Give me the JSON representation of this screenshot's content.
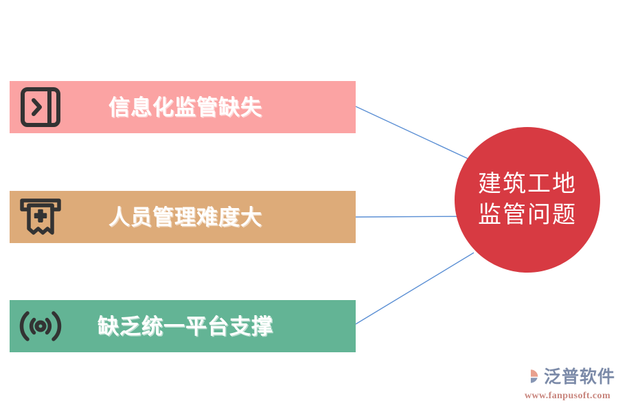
{
  "diagram": {
    "title": "建筑工地监管问题",
    "hub": {
      "name": "建筑工地监管问题",
      "line1": "建筑工地",
      "line2": "监管问题",
      "fill_color": "#d73a42",
      "text_color": "#ffffff"
    },
    "connector_color": "#5b8fd4",
    "items": [
      {
        "label": "信息化监管缺失",
        "icon": "sidebar-expand-icon",
        "bar_color": "#fba3a3",
        "icon_color": "#333333",
        "text_color": "#ffffff"
      },
      {
        "label": "人员管理难度大",
        "icon": "receipt-add-icon",
        "bar_color": "#ddab79",
        "icon_color": "#333333",
        "text_color": "#ffffff"
      },
      {
        "label": "缺乏统一平台支撑",
        "icon": "broadcast-signal-icon",
        "bar_color": "#63b495",
        "icon_color": "#333333",
        "text_color": "#ffffff"
      }
    ]
  },
  "watermark": {
    "brand": "泛普软件",
    "url": "www.fanpusoft.com",
    "brand_color": "#7b8aa8",
    "url_color": "#c8857d",
    "logo_blue": "#8796b4",
    "logo_salmon": "#e8a08e"
  }
}
